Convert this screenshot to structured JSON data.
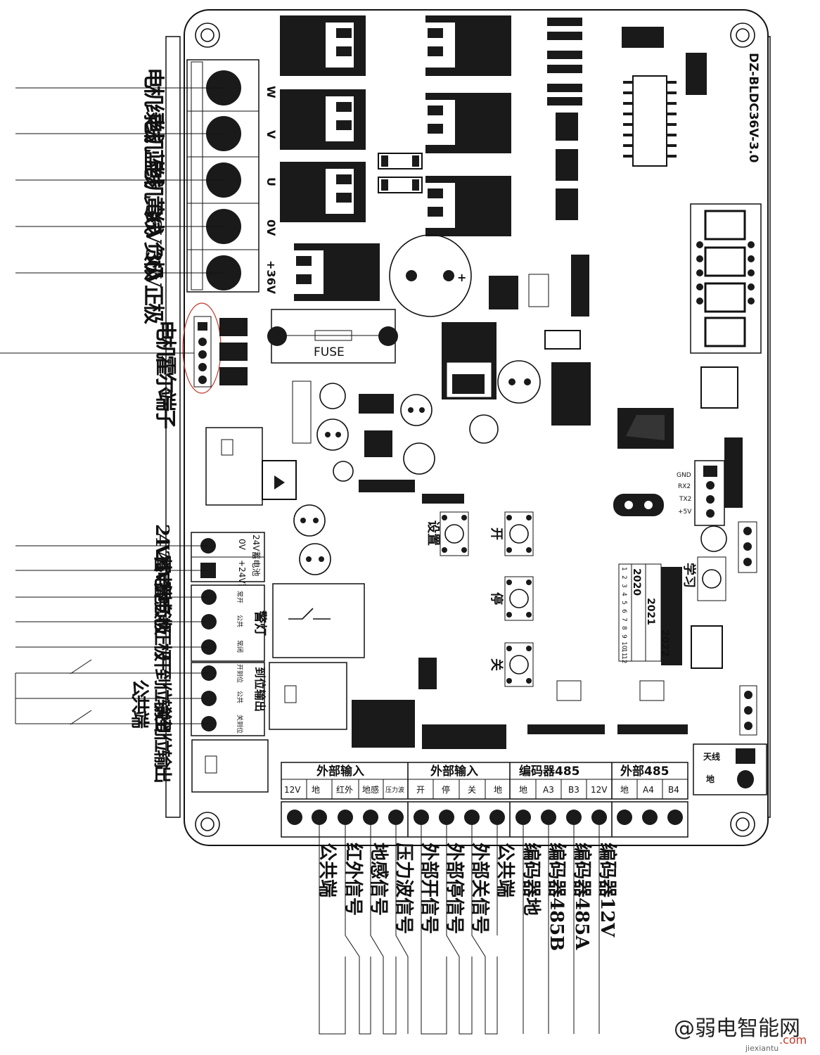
{
  "board": {
    "model": "DZ-BLDC36V-3.0",
    "terminal_marks": [
      "W",
      "V",
      "U",
      "0V",
      "+36V"
    ],
    "fuse_label": "FUSE",
    "battery_block": {
      "zero": "0V",
      "battery": "24V蓄电池",
      "plus": "+24V蓄电池"
    },
    "alarm_block": {
      "title": "警灯",
      "pins": [
        "常开",
        "公共",
        "常闭"
      ]
    },
    "position_block": {
      "title": "到位输出",
      "pins": [
        "开到位",
        "公共",
        "关到位"
      ]
    },
    "buttons": [
      "设置",
      "开",
      "停",
      "关",
      "学习"
    ],
    "date_codes": [
      "2020",
      "2021",
      "2022"
    ],
    "month_codes": [
      "1",
      "2",
      "3",
      "4",
      "5",
      "6",
      "7",
      "8",
      "9",
      "10",
      "11",
      "12"
    ],
    "right_pins": {
      "gnd": "GND",
      "rx": "RX2",
      "tx": "TX2",
      "plus5": "+5V"
    },
    "antenna_block": {
      "ant": "天线",
      "gnd": "地"
    }
  },
  "bottom_groups": [
    {
      "title": "外部输入",
      "pins": [
        "12V",
        "地",
        "红外",
        "地感",
        "压力波"
      ]
    },
    {
      "title": "外部输入",
      "pins": [
        "开",
        "停",
        "关",
        "地"
      ]
    },
    {
      "title": "编码器485",
      "pins": [
        "地",
        "A3",
        "B3",
        "12V"
      ]
    },
    {
      "title": "外部485",
      "pins": [
        "地",
        "A4",
        "B4"
      ]
    }
  ],
  "left_labels": {
    "motor_green": "电机绿线",
    "motor_blue": "电机蓝线",
    "motor_yellow": "电机黄线",
    "neg36": "36V负极",
    "pos36": "36V正极",
    "hall": "电机霍尔端子",
    "neg24": "24V蓄电池负极",
    "pos24": "24V蓄电池正极",
    "open_out": "开到位输出",
    "common": "公共端",
    "close_out": "关到位输出"
  },
  "bottom_labels": [
    "公共端",
    "红外信号",
    "地感信号",
    "压力波信号",
    "外部开信号",
    "外部停信号",
    "外部关信号",
    "公共端",
    "编码器地",
    "编码器485B",
    "编码器485A",
    "编码器12V"
  ],
  "watermark": {
    "main": "@弱电智能网",
    "sub": "jiexiantu",
    "dotcom": ".com"
  }
}
